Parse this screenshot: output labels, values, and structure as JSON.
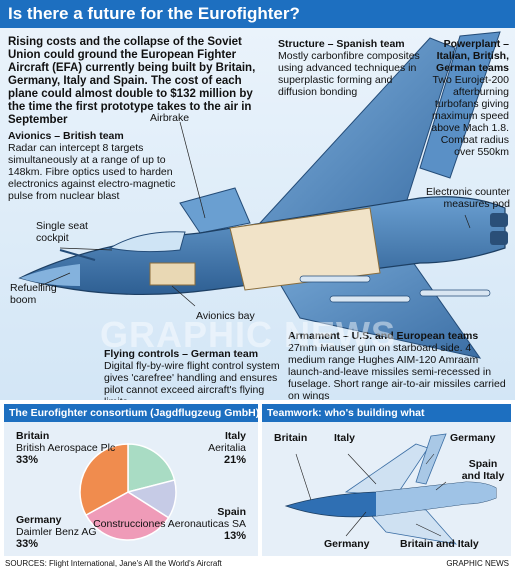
{
  "title": "Is there a future for the Eurofighter?",
  "intro": "Rising costs and the collapse of the Soviet Union could ground the European Fighter Aircraft (EFA) currently being built by Britain, Germany, Italy and Spain. The cost of each plane could almost double to $132 million by the time the first prototype takes to the air in September",
  "callouts": {
    "structure": {
      "heading": "Structure – Spanish team",
      "body": "Mostly carbonfibre composites using advanced techniques in superplastic forming and diffusion bonding"
    },
    "powerplant": {
      "heading": "Powerplant – Italian, British, German teams",
      "body": "Two Eurojet-200 afterburning turbofans giving maximum speed above Mach 1.8. Combat radius over 550km"
    },
    "avionics": {
      "heading": "Avionics – British team",
      "body": "Radar can intercept 8 targets simultaneously at a range of up to 148km. Fibre optics used to harden electronics against electro-magnetic pulse from nuclear blast"
    },
    "airbrake": "Airbrake",
    "ecm": "Electronic counter measures pod",
    "cockpit": "Single seat cockpit",
    "refuelling": "Refuelling boom",
    "avionics_bay": "Avionics bay",
    "armament": {
      "heading": "Armament – U.S. and European teams",
      "body": "27mm Mauser gun on starboard side. 4 medium range Hughes AIM-120 Amraam launch-and-leave missiles semi-recessed in fuselage. Short range air-to-air missiles carried on wings"
    },
    "flying_controls": {
      "heading": "Flying controls – German team",
      "body": "Digital fly-by-wire flight control system gives 'carefree' handling and ensures pilot cannot exceed aircraft's flying limits"
    }
  },
  "watermark": "GRAPHIC NEWS",
  "consortium": {
    "heading": "The Eurofighter consortium (Jagdflugzeug GmbH)",
    "members": [
      {
        "country": "Britain",
        "company": "British Aerospace Plc",
        "share": "33%",
        "value": 33,
        "color": "#f08c4e"
      },
      {
        "country": "Italy",
        "company": "Aeritalia",
        "share": "21%",
        "value": 21,
        "color": "#a9dcc4"
      },
      {
        "country": "Spain",
        "company": "Construcciones Aeronauticas SA",
        "share": "13%",
        "value": 13,
        "color": "#c6cbe6"
      },
      {
        "country": "Germany",
        "company": "Daimler Benz AG",
        "share": "33%",
        "value": 33,
        "color": "#ef9bb8"
      }
    ]
  },
  "teamwork": {
    "heading": "Teamwork: who's building what",
    "labels": {
      "britain": "Britain",
      "italy": "Italy",
      "germany_top": "Germany",
      "spain_italy": "Spain and Italy",
      "germany_bottom": "Germany",
      "britain_italy": "Britain and Italy"
    }
  },
  "colors": {
    "accent": "#1d6fc0",
    "panel": "#e6eff8",
    "jet": "#4f86bf"
  },
  "footer": {
    "sources": "SOURCES: Flight International, Jane's All the World's Aircraft",
    "credit": "GRAPHIC NEWS"
  }
}
